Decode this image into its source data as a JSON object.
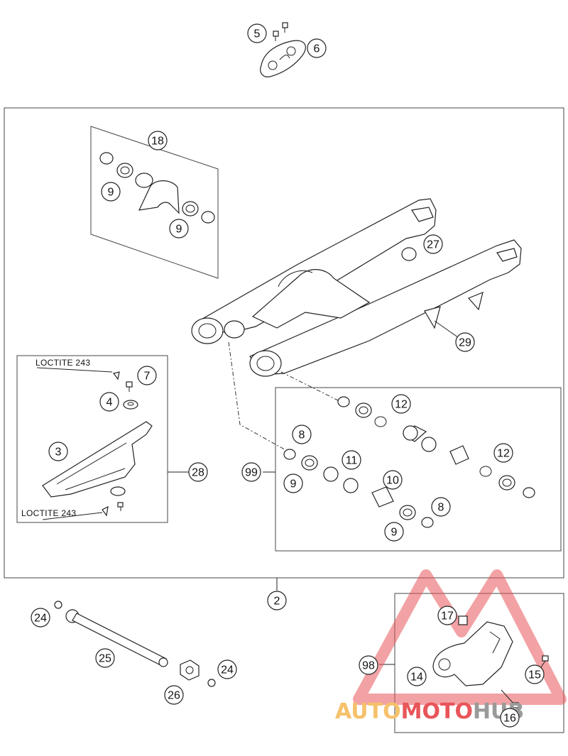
{
  "callouts": [
    {
      "id": "c5",
      "label": "5"
    },
    {
      "id": "c6",
      "label": "6"
    },
    {
      "id": "c18",
      "label": "18"
    },
    {
      "id": "c9a",
      "label": "9"
    },
    {
      "id": "c9b",
      "label": "9"
    },
    {
      "id": "c27",
      "label": "27"
    },
    {
      "id": "c29",
      "label": "29"
    },
    {
      "id": "c7",
      "label": "7"
    },
    {
      "id": "c4",
      "label": "4"
    },
    {
      "id": "c3",
      "label": "3"
    },
    {
      "id": "c28",
      "label": "28"
    },
    {
      "id": "c99",
      "label": "99"
    },
    {
      "id": "c12a",
      "label": "12"
    },
    {
      "id": "c12b",
      "label": "12"
    },
    {
      "id": "c8a",
      "label": "8"
    },
    {
      "id": "c11",
      "label": "11"
    },
    {
      "id": "c9c",
      "label": "9"
    },
    {
      "id": "c10",
      "label": "10"
    },
    {
      "id": "c8b",
      "label": "8"
    },
    {
      "id": "c9d",
      "label": "9"
    },
    {
      "id": "c2",
      "label": "2"
    },
    {
      "id": "c24a",
      "label": "24"
    },
    {
      "id": "c25",
      "label": "25"
    },
    {
      "id": "c24b",
      "label": "24"
    },
    {
      "id": "c26",
      "label": "26"
    },
    {
      "id": "c17",
      "label": "17"
    },
    {
      "id": "c98",
      "label": "98"
    },
    {
      "id": "c14",
      "label": "14"
    },
    {
      "id": "c15",
      "label": "15"
    },
    {
      "id": "c16",
      "label": "16"
    }
  ],
  "notes": {
    "loctite_top": "LOCTITE 243",
    "loctite_bottom": "LOCTITE 243"
  },
  "watermark": {
    "part1": "AUTO",
    "part2": "MOTO",
    "part3": "HUB",
    "color_orange": "#f5c16a",
    "color_red": "#e8555a",
    "color_gray": "#9a9a9a"
  }
}
